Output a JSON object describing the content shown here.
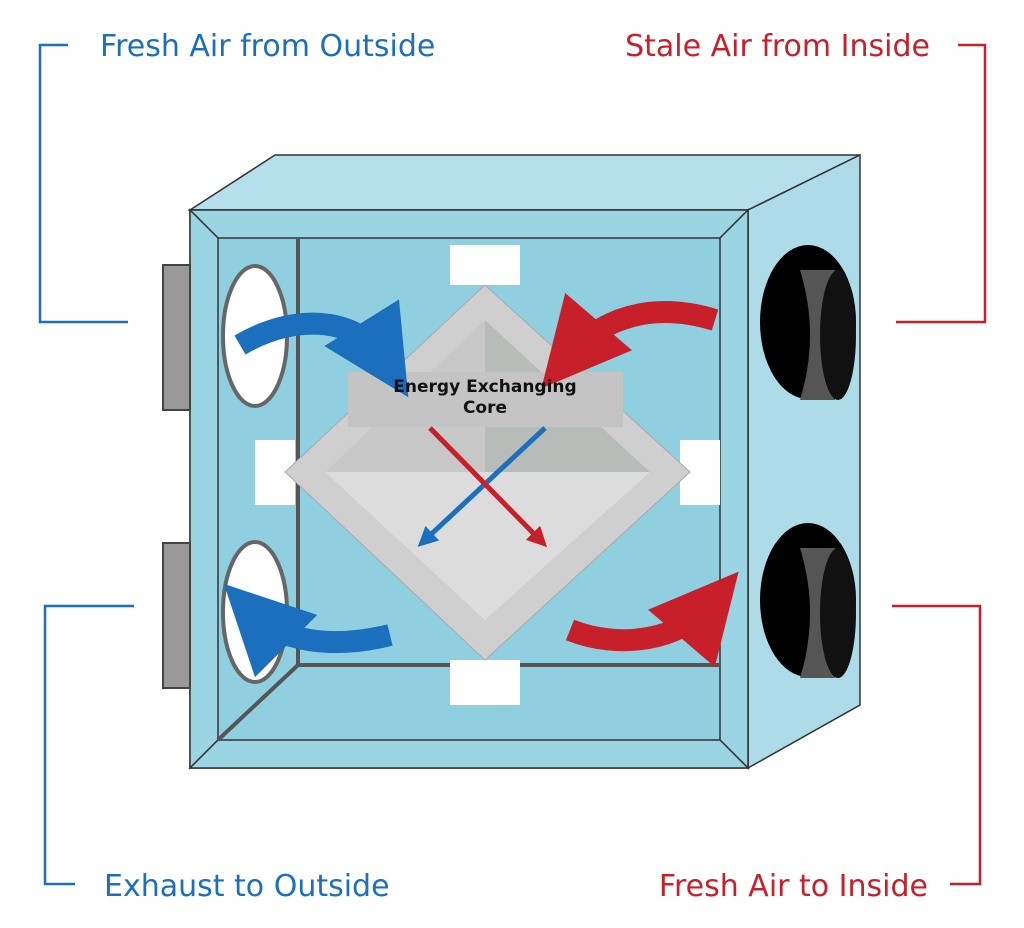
{
  "labels": {
    "top_left": "Fresh Air from Outside",
    "top_right": "Stale Air from Inside",
    "bottom_left": "Exhaust to Outside",
    "bottom_right": "Fresh Air to Inside",
    "core_line1": "Energy Exchanging",
    "core_line2": "Core"
  },
  "colors": {
    "blue": "#1b6fbd",
    "red": "#c8202a",
    "box": "#8fcfdf"
  }
}
